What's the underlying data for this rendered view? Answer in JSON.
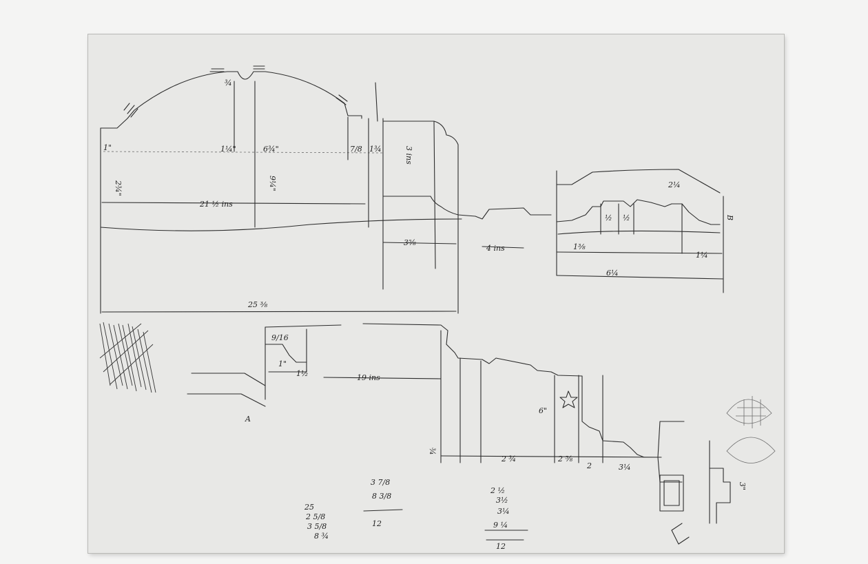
{
  "sheet": {
    "labels": {
      "d_1in": "1\"",
      "d_2_3_4": "2¾\"",
      "d_1_1_4_a": "1¼\"",
      "d_6_3_4": "6¾\"",
      "d_9_1_4": "9¼\"",
      "d_21_1_2": "21 ½ ins",
      "d_3_4": "¾",
      "d_7_8": "7/8",
      "d_1_3_4": "1¾",
      "d_3ins": "3 ins",
      "d_3_5_8": "3⅝",
      "d_4ins": "4 ins",
      "d_25_3_8": "25 ⅜",
      "d_1_3_8": "1⅜",
      "d_6_1_4": "6¼",
      "d_1_2_a": "½",
      "d_1_2_b": "½",
      "d_2_1_4": "2¼",
      "d_1_1_4_b": "1¼",
      "mark_b": "B",
      "mark_a": "A",
      "d_19ins": "19 ins",
      "d_1in_b": "1\"",
      "d_1_1_2": "1½",
      "d_9_16": "9/16",
      "d_3_4_b": "¾",
      "d_2_3_4_b": "2 ¾",
      "d_6": "6\"",
      "d_2_5_8": "2 ⅝",
      "d_2": "2",
      "d_3_1_4": "3¼",
      "d_3in": "3\"",
      "calc1_a": "3 7/8",
      "calc1_b": "8 3/8",
      "calc1_sum": "12",
      "calc2_a": "25",
      "calc2_b": "2 5/8",
      "calc2_c": "3 5/8",
      "calc2_sum": "8 ¾",
      "calc3_a": "2 ½",
      "calc3_b": "3½",
      "calc3_c": "3¼",
      "calc3_d": "9 ¼",
      "calc3_sum": "12"
    }
  }
}
